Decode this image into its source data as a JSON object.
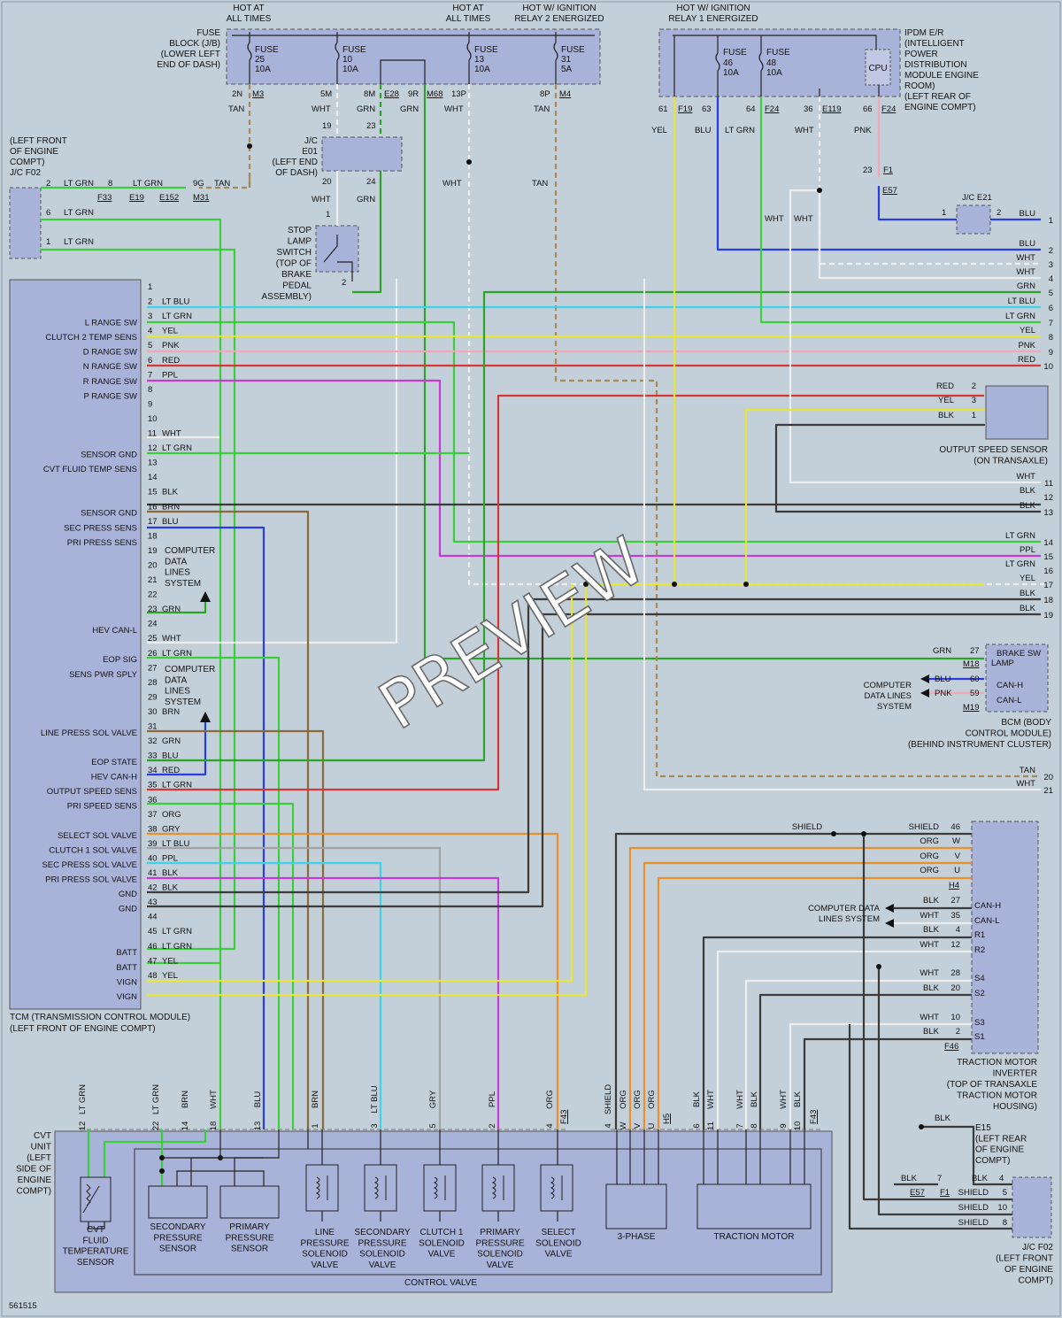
{
  "doc": {
    "id": "561515",
    "watermark": "PREVIEW"
  },
  "power": {
    "hot1_l1": "HOT AT",
    "hot1_l2": "ALL TIMES",
    "hot2_l1": "HOT AT",
    "hot2_l2": "ALL TIMES",
    "hot3_l1": "HOT W/ IGNITION",
    "hot3_l2": "RELAY 2 ENERGIZED",
    "hot4_l1": "HOT W/ IGNITION",
    "hot4_l2": "RELAY 1 ENERGIZED"
  },
  "fuse_block": {
    "title": [
      "FUSE",
      "BLOCK (J/B)",
      "(LOWER LEFT",
      "END OF DASH)"
    ],
    "fuses": [
      {
        "name": "FUSE",
        "num": "25",
        "amp": "10A"
      },
      {
        "name": "FUSE",
        "num": "10",
        "amp": "10A"
      },
      {
        "name": "FUSE",
        "num": "13",
        "amp": "10A"
      },
      {
        "name": "FUSE",
        "num": "31",
        "amp": "5A"
      }
    ],
    "pins": {
      "p2n": "2N",
      "m3": "M3",
      "p5m": "5M",
      "p8m": "8M",
      "e28": "E28",
      "p9r": "9R",
      "m68": "M68",
      "p13p": "13P",
      "p8p": "8P",
      "m4": "M4"
    },
    "wire_colors": {
      "tan1": "TAN",
      "wht1": "WHT",
      "grn1": "GRN",
      "grn2": "GRN",
      "wht2": "WHT",
      "tan2": "TAN"
    }
  },
  "ipdm": {
    "title": [
      "IPDM E/R",
      "(INTELLIGENT",
      "POWER",
      "DISTRIBUTION",
      "MODULE ENGINE",
      "ROOM)",
      "(LEFT REAR OF",
      "ENGINE COMPT)"
    ],
    "fuses": [
      {
        "name": "FUSE",
        "num": "46",
        "amp": "10A"
      },
      {
        "name": "FUSE",
        "num": "48",
        "amp": "10A"
      }
    ],
    "cpu": "CPU",
    "pins": {
      "p61": "61",
      "f19": "F19",
      "p63": "63",
      "p64": "64",
      "f24a": "F24",
      "p36": "36",
      "e119": "E119",
      "p66": "66",
      "f24b": "F24"
    },
    "wire_colors": {
      "yel": "YEL",
      "blu": "BLU",
      "ltgrn": "LT GRN",
      "wht": "WHT",
      "pnk": "PNK"
    }
  },
  "jc_e01": {
    "label": [
      "J/C",
      "E01",
      "(LEFT END",
      "OF DASH)"
    ],
    "pins": {
      "p19": "19",
      "p23": "23",
      "p20": "20",
      "p24": "24"
    },
    "wire_colors": {
      "wht": "WHT",
      "grn": "GRN"
    }
  },
  "stop_lamp": {
    "label": [
      "STOP",
      "LAMP",
      "SWITCH",
      "(TOP OF",
      "BRAKE",
      "PEDAL",
      "ASSEMBLY)"
    ],
    "pin1": "1",
    "pin2": "2"
  },
  "mid_wires": {
    "wht": "WHT",
    "tan": "TAN"
  },
  "jc_f02_top": {
    "label": [
      "(LEFT FRONT",
      "OF ENGINE",
      "COMPT)",
      "J/C F02"
    ],
    "pins": {
      "p2": "2",
      "p6": "6",
      "p1": "1"
    },
    "wires": {
      "w1": "LT GRN",
      "w2": "LT GRN",
      "w3": "LT GRN",
      "w4": "LT GRN",
      "p8": "8",
      "p9g": "9G",
      "tan": "TAN"
    },
    "connectors": {
      "f33": "F33",
      "e19": "E19",
      "e152": "E152",
      "m31": "M31"
    }
  },
  "jc_e21": {
    "label": "J/C E21",
    "f1": "F1",
    "e57": "E57",
    "p23": "23",
    "p1": "1",
    "p2": "2",
    "wires": {
      "blu1": "BLU",
      "blu2": "BLU",
      "wht1": "WHT",
      "wht2": "WHT"
    }
  },
  "tcm": {
    "title": [
      "TCM (TRANSMISSION CONTROL MODULE)",
      "(LEFT FRONT OF ENGINE COMPT)"
    ],
    "pins": [
      {
        "n": "1",
        "c": "",
        "f": ""
      },
      {
        "n": "2",
        "c": "LT BLU",
        "f": "L RANGE SW"
      },
      {
        "n": "3",
        "c": "LT GRN",
        "f": "CLUTCH 2 TEMP SENS"
      },
      {
        "n": "4",
        "c": "YEL",
        "f": "D RANGE SW"
      },
      {
        "n": "5",
        "c": "PNK",
        "f": "N RANGE SW"
      },
      {
        "n": "6",
        "c": "RED",
        "f": "R RANGE SW"
      },
      {
        "n": "7",
        "c": "PPL",
        "f": "P RANGE SW"
      },
      {
        "n": "8",
        "c": "",
        "f": ""
      },
      {
        "n": "9",
        "c": "",
        "f": ""
      },
      {
        "n": "10",
        "c": "",
        "f": ""
      },
      {
        "n": "11",
        "c": "WHT",
        "f": "SENSOR GND"
      },
      {
        "n": "12",
        "c": "LT GRN",
        "f": "CVT FLUID TEMP SENS"
      },
      {
        "n": "13",
        "c": "",
        "f": ""
      },
      {
        "n": "14",
        "c": "",
        "f": ""
      },
      {
        "n": "15",
        "c": "BLK",
        "f": "SENSOR GND"
      },
      {
        "n": "16",
        "c": "BRN",
        "f": "SEC PRESS SENS"
      },
      {
        "n": "17",
        "c": "BLU",
        "f": "PRI PRESS SENS"
      },
      {
        "n": "18",
        "c": "",
        "f": ""
      },
      {
        "n": "19",
        "c": "",
        "f": ""
      },
      {
        "n": "20",
        "c": "",
        "f": ""
      },
      {
        "n": "21",
        "c": "",
        "f": ""
      },
      {
        "n": "22",
        "c": "",
        "f": ""
      },
      {
        "n": "23",
        "c": "GRN",
        "f": "HEV CAN-L"
      },
      {
        "n": "24",
        "c": "",
        "f": ""
      },
      {
        "n": "25",
        "c": "WHT",
        "f": "EOP SIG"
      },
      {
        "n": "26",
        "c": "LT GRN",
        "f": "SENS PWR SPLY"
      },
      {
        "n": "27",
        "c": "",
        "f": ""
      },
      {
        "n": "28",
        "c": "",
        "f": ""
      },
      {
        "n": "29",
        "c": "",
        "f": ""
      },
      {
        "n": "30",
        "c": "BRN",
        "f": "LINE PRESS SOL VALVE"
      },
      {
        "n": "31",
        "c": "",
        "f": ""
      },
      {
        "n": "32",
        "c": "GRN",
        "f": "EOP STATE"
      },
      {
        "n": "33",
        "c": "BLU",
        "f": "HEV CAN-H"
      },
      {
        "n": "34",
        "c": "RED",
        "f": "OUTPUT SPEED SENS"
      },
      {
        "n": "35",
        "c": "LT GRN",
        "f": "PRI SPEED SENS"
      },
      {
        "n": "36",
        "c": "",
        "f": ""
      },
      {
        "n": "37",
        "c": "ORG",
        "f": "SELECT SOL VALVE"
      },
      {
        "n": "38",
        "c": "GRY",
        "f": "CLUTCH 1 SOL VALVE"
      },
      {
        "n": "39",
        "c": "LT BLU",
        "f": "SEC PRESS SOL VALVE"
      },
      {
        "n": "40",
        "c": "PPL",
        "f": "PRI PRESS SOL VALVE"
      },
      {
        "n": "41",
        "c": "BLK",
        "f": "GND"
      },
      {
        "n": "42",
        "c": "BLK",
        "f": "GND"
      },
      {
        "n": "43",
        "c": "",
        "f": ""
      },
      {
        "n": "44",
        "c": "",
        "f": ""
      },
      {
        "n": "45",
        "c": "LT GRN",
        "f": "BATT"
      },
      {
        "n": "46",
        "c": "LT GRN",
        "f": "BATT"
      },
      {
        "n": "47",
        "c": "YEL",
        "f": "VIGN"
      },
      {
        "n": "48",
        "c": "YEL",
        "f": "VIGN"
      }
    ],
    "cdl1": [
      "COMPUTER",
      "DATA",
      "LINES",
      "SYSTEM"
    ],
    "cdl2": [
      "COMPUTER",
      "DATA",
      "LINES",
      "SYSTEM"
    ]
  },
  "right_bus": [
    {
      "n": "1",
      "c": "BLU"
    },
    {
      "n": "2",
      "c": "BLU"
    },
    {
      "n": "3",
      "c": "WHT"
    },
    {
      "n": "4",
      "c": "WHT"
    },
    {
      "n": "5",
      "c": "GRN"
    },
    {
      "n": "6",
      "c": "LT BLU"
    },
    {
      "n": "7",
      "c": "LT GRN"
    },
    {
      "n": "8",
      "c": "YEL"
    },
    {
      "n": "9",
      "c": "PNK"
    },
    {
      "n": "10",
      "c": "RED"
    },
    {
      "n": "11",
      "c": "WHT"
    },
    {
      "n": "12",
      "c": "BLK"
    },
    {
      "n": "13",
      "c": "BLK"
    },
    {
      "n": "14",
      "c": "LT GRN"
    },
    {
      "n": "15",
      "c": "PPL"
    },
    {
      "n": "16",
      "c": "LT GRN"
    },
    {
      "n": "17",
      "c": "YEL"
    },
    {
      "n": "18",
      "c": "BLK"
    },
    {
      "n": "19",
      "c": "BLK"
    },
    {
      "n": "20",
      "c": "TAN"
    },
    {
      "n": "21",
      "c": "WHT"
    }
  ],
  "output_speed_sensor": {
    "label": [
      "OUTPUT SPEED SENSOR",
      "(ON TRANSAXLE)"
    ],
    "pins": [
      {
        "c": "RED",
        "n": "2"
      },
      {
        "c": "YEL",
        "n": "3"
      },
      {
        "c": "BLK",
        "n": "1"
      }
    ]
  },
  "bcm": {
    "label": [
      "BCM (BODY",
      "CONTROL MODULE)",
      "(BEHIND INSTRUMENT CLUSTER)"
    ],
    "brake_sw": [
      "BRAKE SW",
      "LAMP"
    ],
    "canh": "CAN-H",
    "canl": "CAN-L",
    "grn": "GRN",
    "p27": "27",
    "m18": "M18",
    "blu": "BLU",
    "p60": "60",
    "pnk": "PNK",
    "p59": "59",
    "m19": "M19",
    "cdl": [
      "COMPUTER",
      "DATA LINES",
      "SYSTEM"
    ]
  },
  "inverter": {
    "label": [
      "TRACTION MOTOR",
      "INVERTER",
      "(TOP OF TRANSAXLE",
      "TRACTION MOTOR",
      "HOUSING)"
    ],
    "shield_left": "SHIELD",
    "rows": [
      {
        "c": "SHIELD",
        "n": "46",
        "t": ""
      },
      {
        "c": "ORG",
        "n": "W",
        "t": ""
      },
      {
        "c": "ORG",
        "n": "V",
        "t": ""
      },
      {
        "c": "ORG",
        "n": "U",
        "t": ""
      },
      {
        "c": "BLK",
        "n": "27",
        "t": "CAN-H"
      },
      {
        "c": "WHT",
        "n": "35",
        "t": "CAN-L"
      },
      {
        "c": "BLK",
        "n": "4",
        "t": "R1"
      },
      {
        "c": "WHT",
        "n": "12",
        "t": "R2"
      },
      {
        "c": "WHT",
        "n": "28",
        "t": "S4"
      },
      {
        "c": "BLK",
        "n": "20",
        "t": "S2"
      },
      {
        "c": "WHT",
        "n": "10",
        "t": "S3"
      },
      {
        "c": "BLK",
        "n": "2",
        "t": "S1"
      }
    ],
    "h4": "H4",
    "f46": "F46",
    "cdl": [
      "COMPUTER DATA",
      "LINES SYSTEM"
    ]
  },
  "jc_f02_bot": {
    "label": [
      "J/C F02",
      "(LEFT FRONT",
      "OF ENGINE",
      "COMPT)"
    ],
    "e15_label": [
      "E15",
      "(LEFT REAR",
      "OF ENGINE",
      "COMPT)"
    ],
    "blk_top": "BLK",
    "blk1": "BLK",
    "p7": "7",
    "blk2": "BLK",
    "p4": "4",
    "e57": "E57",
    "f1": "F1",
    "shields": [
      {
        "c": "SHIELD",
        "n": "5"
      },
      {
        "c": "SHIELD",
        "n": "10"
      },
      {
        "c": "SHIELD",
        "n": "8"
      }
    ]
  },
  "cvt_unit": {
    "label": [
      "CVT",
      "UNIT",
      "(LEFT",
      "SIDE OF",
      "ENGINE",
      "COMPT)"
    ],
    "control_valve": "CONTROL VALVE",
    "pins": [
      {
        "c": "LT GRN",
        "n": "12"
      },
      {
        "c": "LT GRN",
        "n": "22"
      },
      {
        "c": "BRN",
        "n": "14"
      },
      {
        "c": "WHT",
        "n": "18"
      },
      {
        "c": "BLU",
        "n": "13"
      },
      {
        "c": "BRN",
        "n": "1"
      },
      {
        "c": "LT BLU",
        "n": "3"
      },
      {
        "c": "GRY",
        "n": "5"
      },
      {
        "c": "PPL",
        "n": "2"
      },
      {
        "c": "ORG",
        "n": "4"
      },
      {
        "c": "SHIELD",
        "n": "4"
      },
      {
        "c": "ORG",
        "n": "W"
      },
      {
        "c": "ORG",
        "n": "V"
      },
      {
        "c": "ORG",
        "n": "U"
      },
      {
        "c": "BLK",
        "n": "6"
      },
      {
        "c": "WHT",
        "n": "11"
      },
      {
        "c": "WHT",
        "n": "7"
      },
      {
        "c": "BLK",
        "n": "8"
      },
      {
        "c": "WHT",
        "n": "9"
      },
      {
        "c": "BLK",
        "n": "10"
      }
    ],
    "f43": "F43",
    "h5": "H5",
    "f43b": "F43",
    "components": {
      "cvt_fluid": [
        "CVT",
        "FLUID",
        "TEMPERATURE",
        "SENSOR"
      ],
      "sec_press": [
        "SECONDARY",
        "PRESSURE",
        "SENSOR"
      ],
      "pri_press": [
        "PRIMARY",
        "PRESSURE",
        "SENSOR"
      ],
      "line_sol": [
        "LINE",
        "PRESSURE",
        "SOLENOID",
        "VALVE"
      ],
      "sec_sol": [
        "SECONDARY",
        "PRESSURE",
        "SOLENOID",
        "VALVE"
      ],
      "clutch1": [
        "CLUTCH 1",
        "SOLENOID",
        "VALVE"
      ],
      "pri_sol": [
        "PRIMARY",
        "PRESSURE",
        "SOLENOID",
        "VALVE"
      ],
      "select_sol": [
        "SELECT",
        "SOLENOID",
        "VALVE"
      ],
      "three_phase": "3-PHASE",
      "traction": "TRACTION MOTOR"
    }
  },
  "colors": {
    "bg": "#c3cfd9",
    "box": "#a9b2d9",
    "ltgrn": "#3ccf3c",
    "grn": "#2aa52a",
    "ltblu": "#3ed3e8",
    "yel": "#e6e63a",
    "pnk": "#f2a7b7",
    "red": "#d83535",
    "ppl": "#c63ad6",
    "blu": "#2a3de0",
    "brn": "#8a6a3a",
    "tan": "#a38a5a",
    "wht": "#ededed",
    "blk": "#3b3b3b",
    "org": "#e8902a",
    "gry": "#a3a3a3"
  }
}
